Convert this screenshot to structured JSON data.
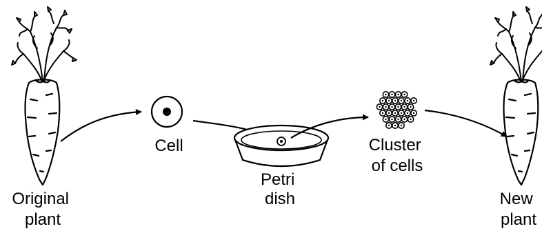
{
  "labels": {
    "original_plant": [
      "Original",
      "plant"
    ],
    "cell": "Cell",
    "petri_dish": [
      "Petri",
      "dish"
    ],
    "cluster_of_cells": [
      "Cluster",
      "of cells"
    ],
    "new_plant": [
      "New",
      "plant"
    ]
  },
  "colors": {
    "ink": "#000000",
    "background": "#ffffff"
  }
}
